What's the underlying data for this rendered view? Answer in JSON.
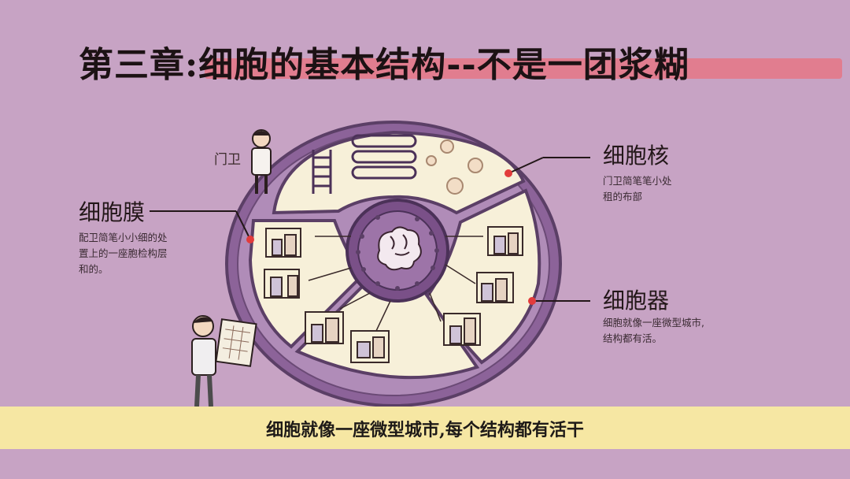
{
  "title": "第三章:细胞的基本结构--不是一团浆糊",
  "gatekeeper_label": "门卫",
  "labels": {
    "nucleus": {
      "title": "细胞核",
      "desc_lines": [
        "门卫简笔笔小处",
        "租的布部"
      ]
    },
    "membrane": {
      "title": "细胞膜",
      "desc_lines": [
        "配卫简笔小小细的处",
        "置上的一座胞检构层",
        "和的。"
      ]
    },
    "organelles": {
      "title": "细胞器",
      "desc_lines": [
        "细胞就像一座微型城市,",
        "结构都有活。"
      ]
    }
  },
  "banner": "细胞就像一座微型城市,每个结构都有活干",
  "colors": {
    "background": "#c7a3c4",
    "cell_outer": "#8c6399",
    "cell_inner": "#f7f0d9",
    "pointer_dot": "#e23b3b",
    "banner": "#f6e7a3",
    "title_highlight": "#e9707e"
  }
}
